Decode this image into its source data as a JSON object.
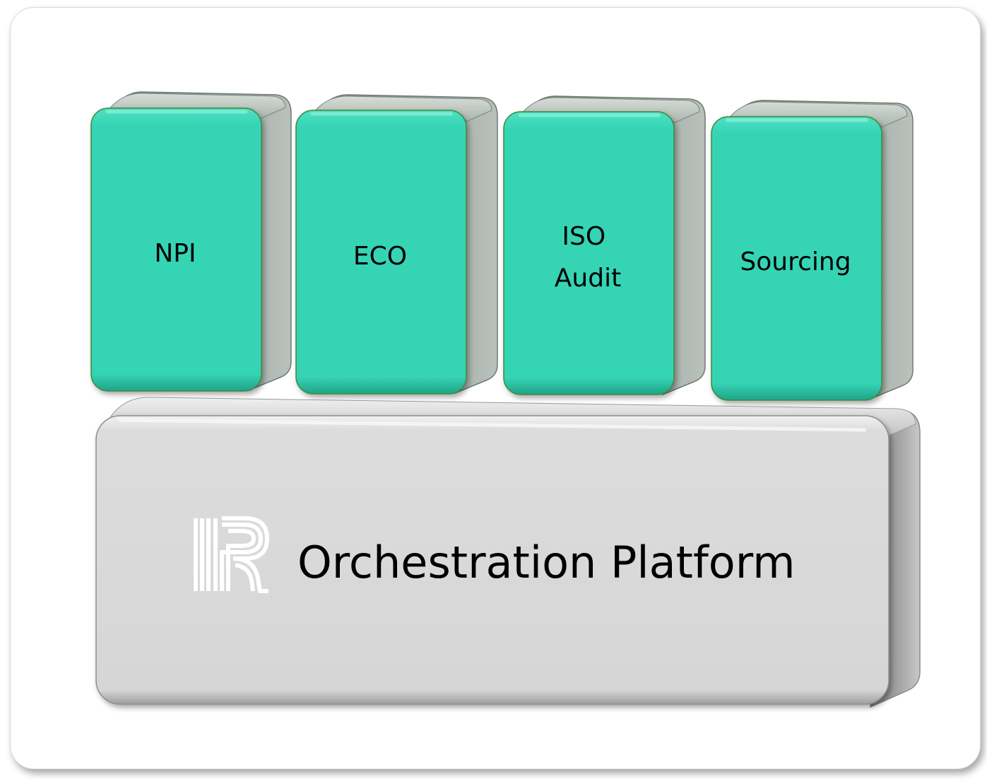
{
  "colors": {
    "module_face": "#36d4b5",
    "module_face_dark": "#1fa388",
    "module_side": "#8f9a93",
    "module_outline": "#3f8a3a",
    "platform_face": "#d9d9d9",
    "platform_side": "#9a9a9a",
    "logo": "#ffffff"
  },
  "modules": [
    {
      "lines": [
        "NPI"
      ]
    },
    {
      "lines": [
        "ECO"
      ]
    },
    {
      "lines": [
        "ISO",
        "Audit"
      ]
    },
    {
      "lines": [
        "Sourcing"
      ]
    }
  ],
  "platform": {
    "label": "Orchestration Platform",
    "logo_icon": "r-logo-icon"
  }
}
